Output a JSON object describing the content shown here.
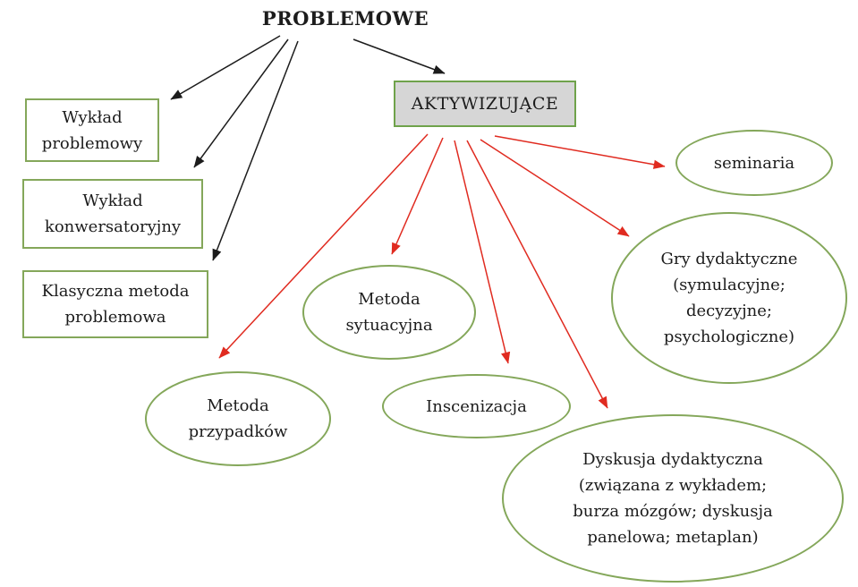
{
  "colors": {
    "node_border": "#84a75a",
    "active_border": "#6fa24b",
    "active_fill": "#d6d6d6",
    "arrow_red": "#e02b20",
    "arrow_black": "#1c1c1c",
    "text_color": "#1c1c1c",
    "background": "#ffffff"
  },
  "diagram": {
    "root": {
      "label": "PROBLEMOWE"
    },
    "active_category": {
      "label": "AKTYWIZUJĄCE"
    },
    "problem_methods": [
      {
        "label": "Wykład\nproblemowy"
      },
      {
        "label": "Wykład\nkonwersatoryjny"
      },
      {
        "label": "Klasyczna metoda\nproblemowa"
      }
    ],
    "active_methods": [
      {
        "label": "seminaria"
      },
      {
        "label": "Gry dydaktyczne\n(symulacyjne;\ndecyzyjne;\npsychologiczne)"
      },
      {
        "label": "Metoda\nsytuacyjna"
      },
      {
        "label": "Metoda\nprzypadków"
      },
      {
        "label": "Inscenizacja"
      },
      {
        "label": "Dyskusja dydaktyczna\n(związana z wykładem;\nburza mózgów; dyskusja\npanelowa; metaplan)"
      }
    ]
  }
}
